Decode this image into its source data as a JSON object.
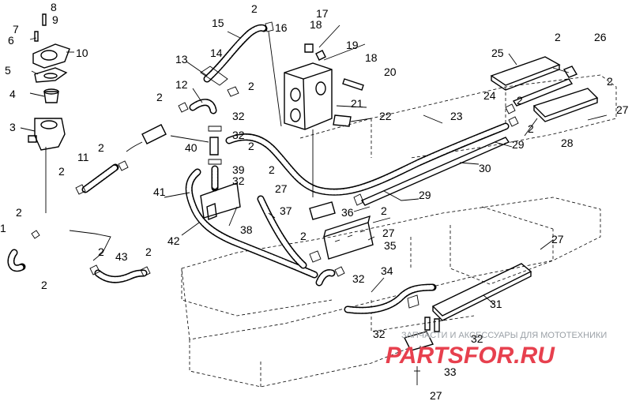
{
  "callouts": [
    "1",
    "2",
    "3",
    "4",
    "5",
    "6",
    "7",
    "8",
    "9",
    "10",
    "11",
    "12",
    "13",
    "14",
    "15",
    "16",
    "17",
    "18",
    "19",
    "20",
    "21",
    "22",
    "23",
    "24",
    "25",
    "26",
    "27",
    "28",
    "29",
    "30",
    "31",
    "32",
    "33",
    "34",
    "35",
    "36",
    "37",
    "38",
    "39",
    "40",
    "41",
    "42",
    "43"
  ],
  "watermark": {
    "logo_text": "PARTSFOR.RU",
    "caption": "ЗАПЧАСТИ И АКСЕССУАРЫ ДЛЯ МОТОТЕХНИКИ"
  }
}
